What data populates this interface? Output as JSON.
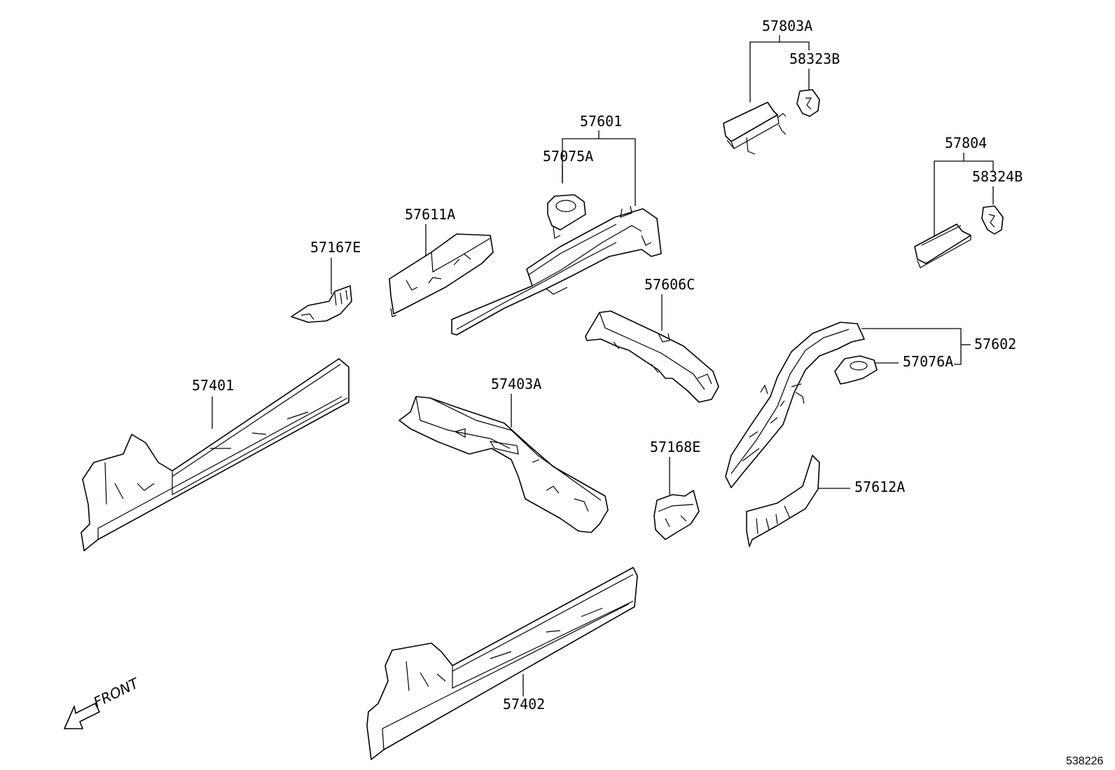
{
  "labels": {
    "p57803A": "57803A",
    "p58323B": "58323B",
    "p57601": "57601",
    "p57075A": "57075A",
    "p57804": "57804",
    "p58324B": "58324B",
    "p57611A": "57611A",
    "p57167E": "57167E",
    "p57606C": "57606C",
    "p57602": "57602",
    "p57076A": "57076A",
    "p57401": "57401",
    "p57403A": "57403A",
    "p57168E": "57168E",
    "p57612A": "57612A",
    "p57402": "57402"
  },
  "front_label": "FRONT",
  "diagram_id": "538226"
}
